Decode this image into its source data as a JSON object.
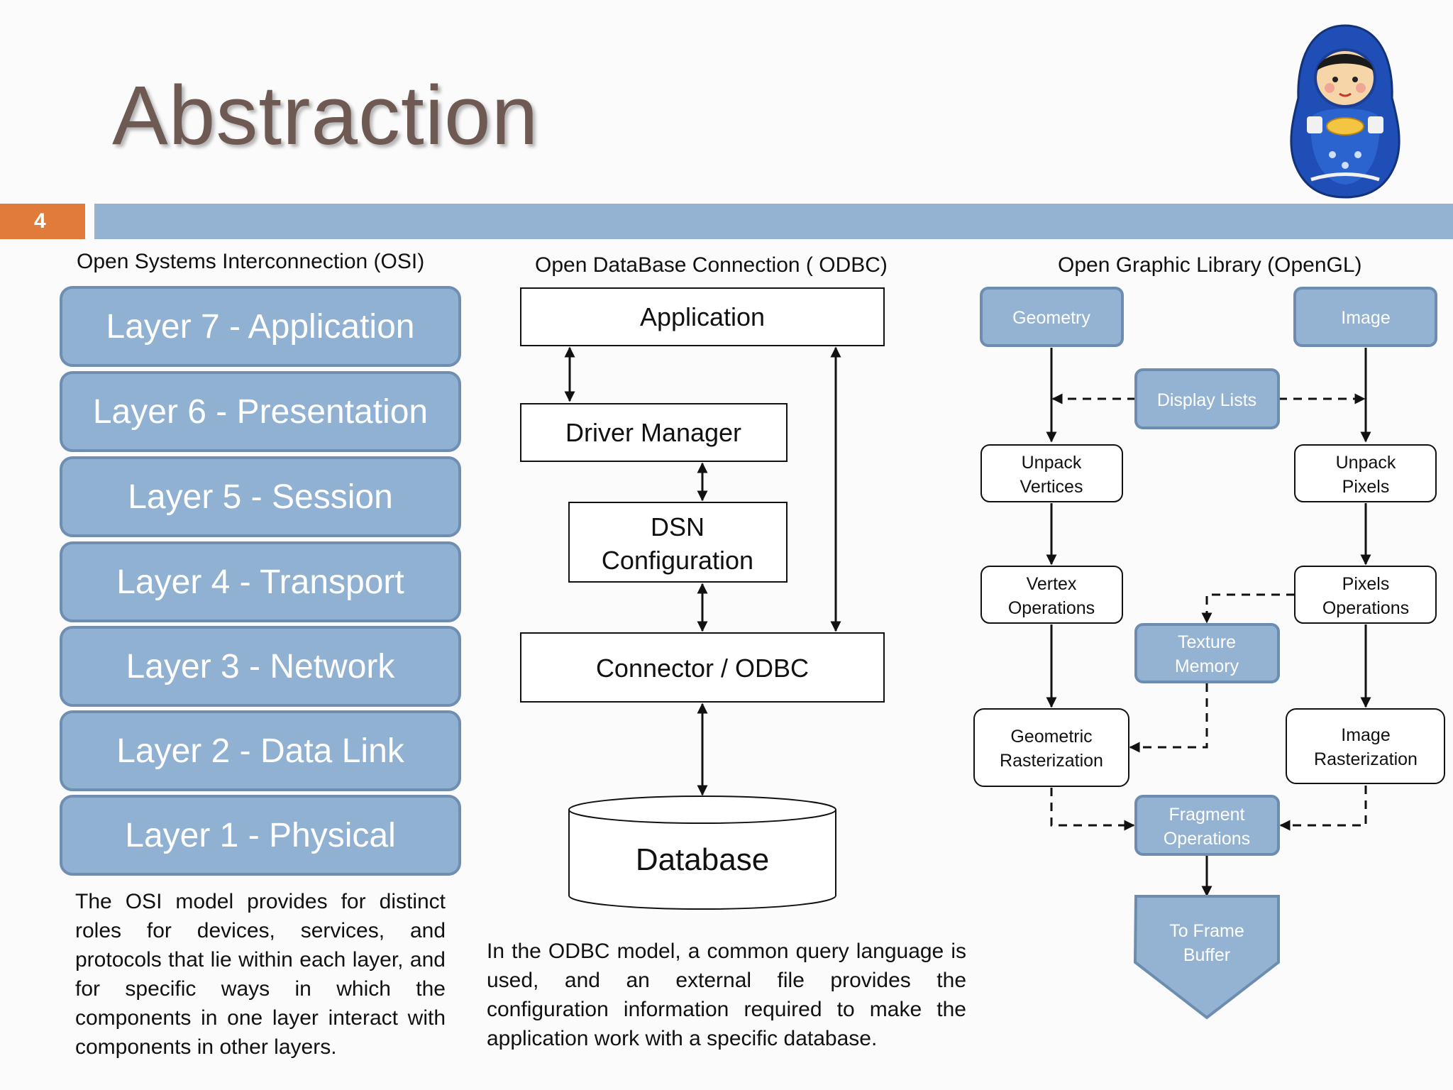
{
  "slide": {
    "title": "Abstraction",
    "number": "4"
  },
  "osi": {
    "heading": "Open Systems Interconnection (OSI)",
    "layers": [
      "Layer 7 - Application",
      "Layer 6 - Presentation",
      "Layer 5 - Session",
      "Layer 4 - Transport",
      "Layer 3 - Network",
      "Layer 2 - Data Link",
      "Layer 1 - Physical"
    ],
    "description": "The OSI model provides for distinct roles for devices, services, and protocols that lie within each layer, and for specific ways in which the components in one layer interact with components in other layers."
  },
  "odbc": {
    "heading": "Open DataBase Connection ( ODBC)",
    "nodes": {
      "application": "Application",
      "driver_manager": "Driver Manager",
      "dsn_line1": "DSN",
      "dsn_line2": "Configuration",
      "connector": "Connector / ODBC",
      "database": "Database"
    },
    "description": "In the ODBC model, a common query language is used, and an external file provides the configuration information required to make the application work with a specific database."
  },
  "opengl": {
    "heading": "Open Graphic Library (OpenGL)",
    "nodes": {
      "geometry": "Geometry",
      "image": "Image",
      "display_lists": "Display Lists",
      "unpack_vertices_1": "Unpack",
      "unpack_vertices_2": "Vertices",
      "unpack_pixels_1": "Unpack",
      "unpack_pixels_2": "Pixels",
      "vertex_ops_1": "Vertex",
      "vertex_ops_2": "Operations",
      "pixels_ops_1": "Pixels",
      "pixels_ops_2": "Operations",
      "texture_memory_1": "Texture",
      "texture_memory_2": "Memory",
      "geometric_raster_1": "Geometric",
      "geometric_raster_2": "Rasterization",
      "image_raster_1": "Image",
      "image_raster_2": "Rasterization",
      "fragment_ops_1": "Fragment",
      "fragment_ops_2": "Operations",
      "frame_buffer_1": "To Frame",
      "frame_buffer_2": "Buffer"
    }
  },
  "colors": {
    "accent_orange": "#e07b39",
    "bar_blue": "#94b3d2",
    "node_blue": "#94b3d3",
    "title_brown": "#6e5a52"
  },
  "icons": {
    "doll": "matryoshka-doll-icon"
  }
}
